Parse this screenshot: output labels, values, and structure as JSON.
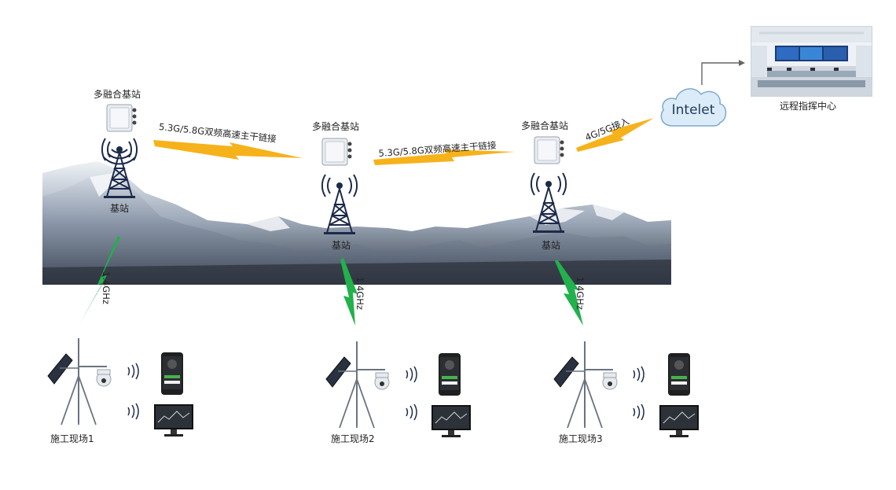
{
  "base_stations": [
    {
      "top_label": "多融合基站",
      "tower_label": "基站"
    },
    {
      "top_label": "多融合基站",
      "tower_label": "基站"
    },
    {
      "top_label": "多融合基站",
      "tower_label": "基站"
    }
  ],
  "backbone_links": [
    {
      "label": "5.3G/5.8G双频高速主干链接"
    },
    {
      "label": "5.3G/5.8G双频高速主干链接"
    }
  ],
  "access_link": {
    "label": "4G/5G接入"
  },
  "cloud": {
    "label": "Intelet"
  },
  "command_center": {
    "label": "远程指挥中心"
  },
  "uplinks": [
    {
      "label": "1.4GHz"
    },
    {
      "label": "1.4GHz"
    },
    {
      "label": "1.4GHz"
    }
  ],
  "sites": [
    {
      "label": "施工现场1"
    },
    {
      "label": "施工现场2"
    },
    {
      "label": "施工现场3"
    }
  ],
  "colors": {
    "backbone_bolt": "#f6b21b",
    "uplink_bolt": "#22b14c",
    "tower": "#1c2a4a",
    "signal": "#1c2a4a",
    "cloud_fill": "#dcebf8",
    "cloud_stroke": "#7fa9cf",
    "arrow": "#666666"
  }
}
